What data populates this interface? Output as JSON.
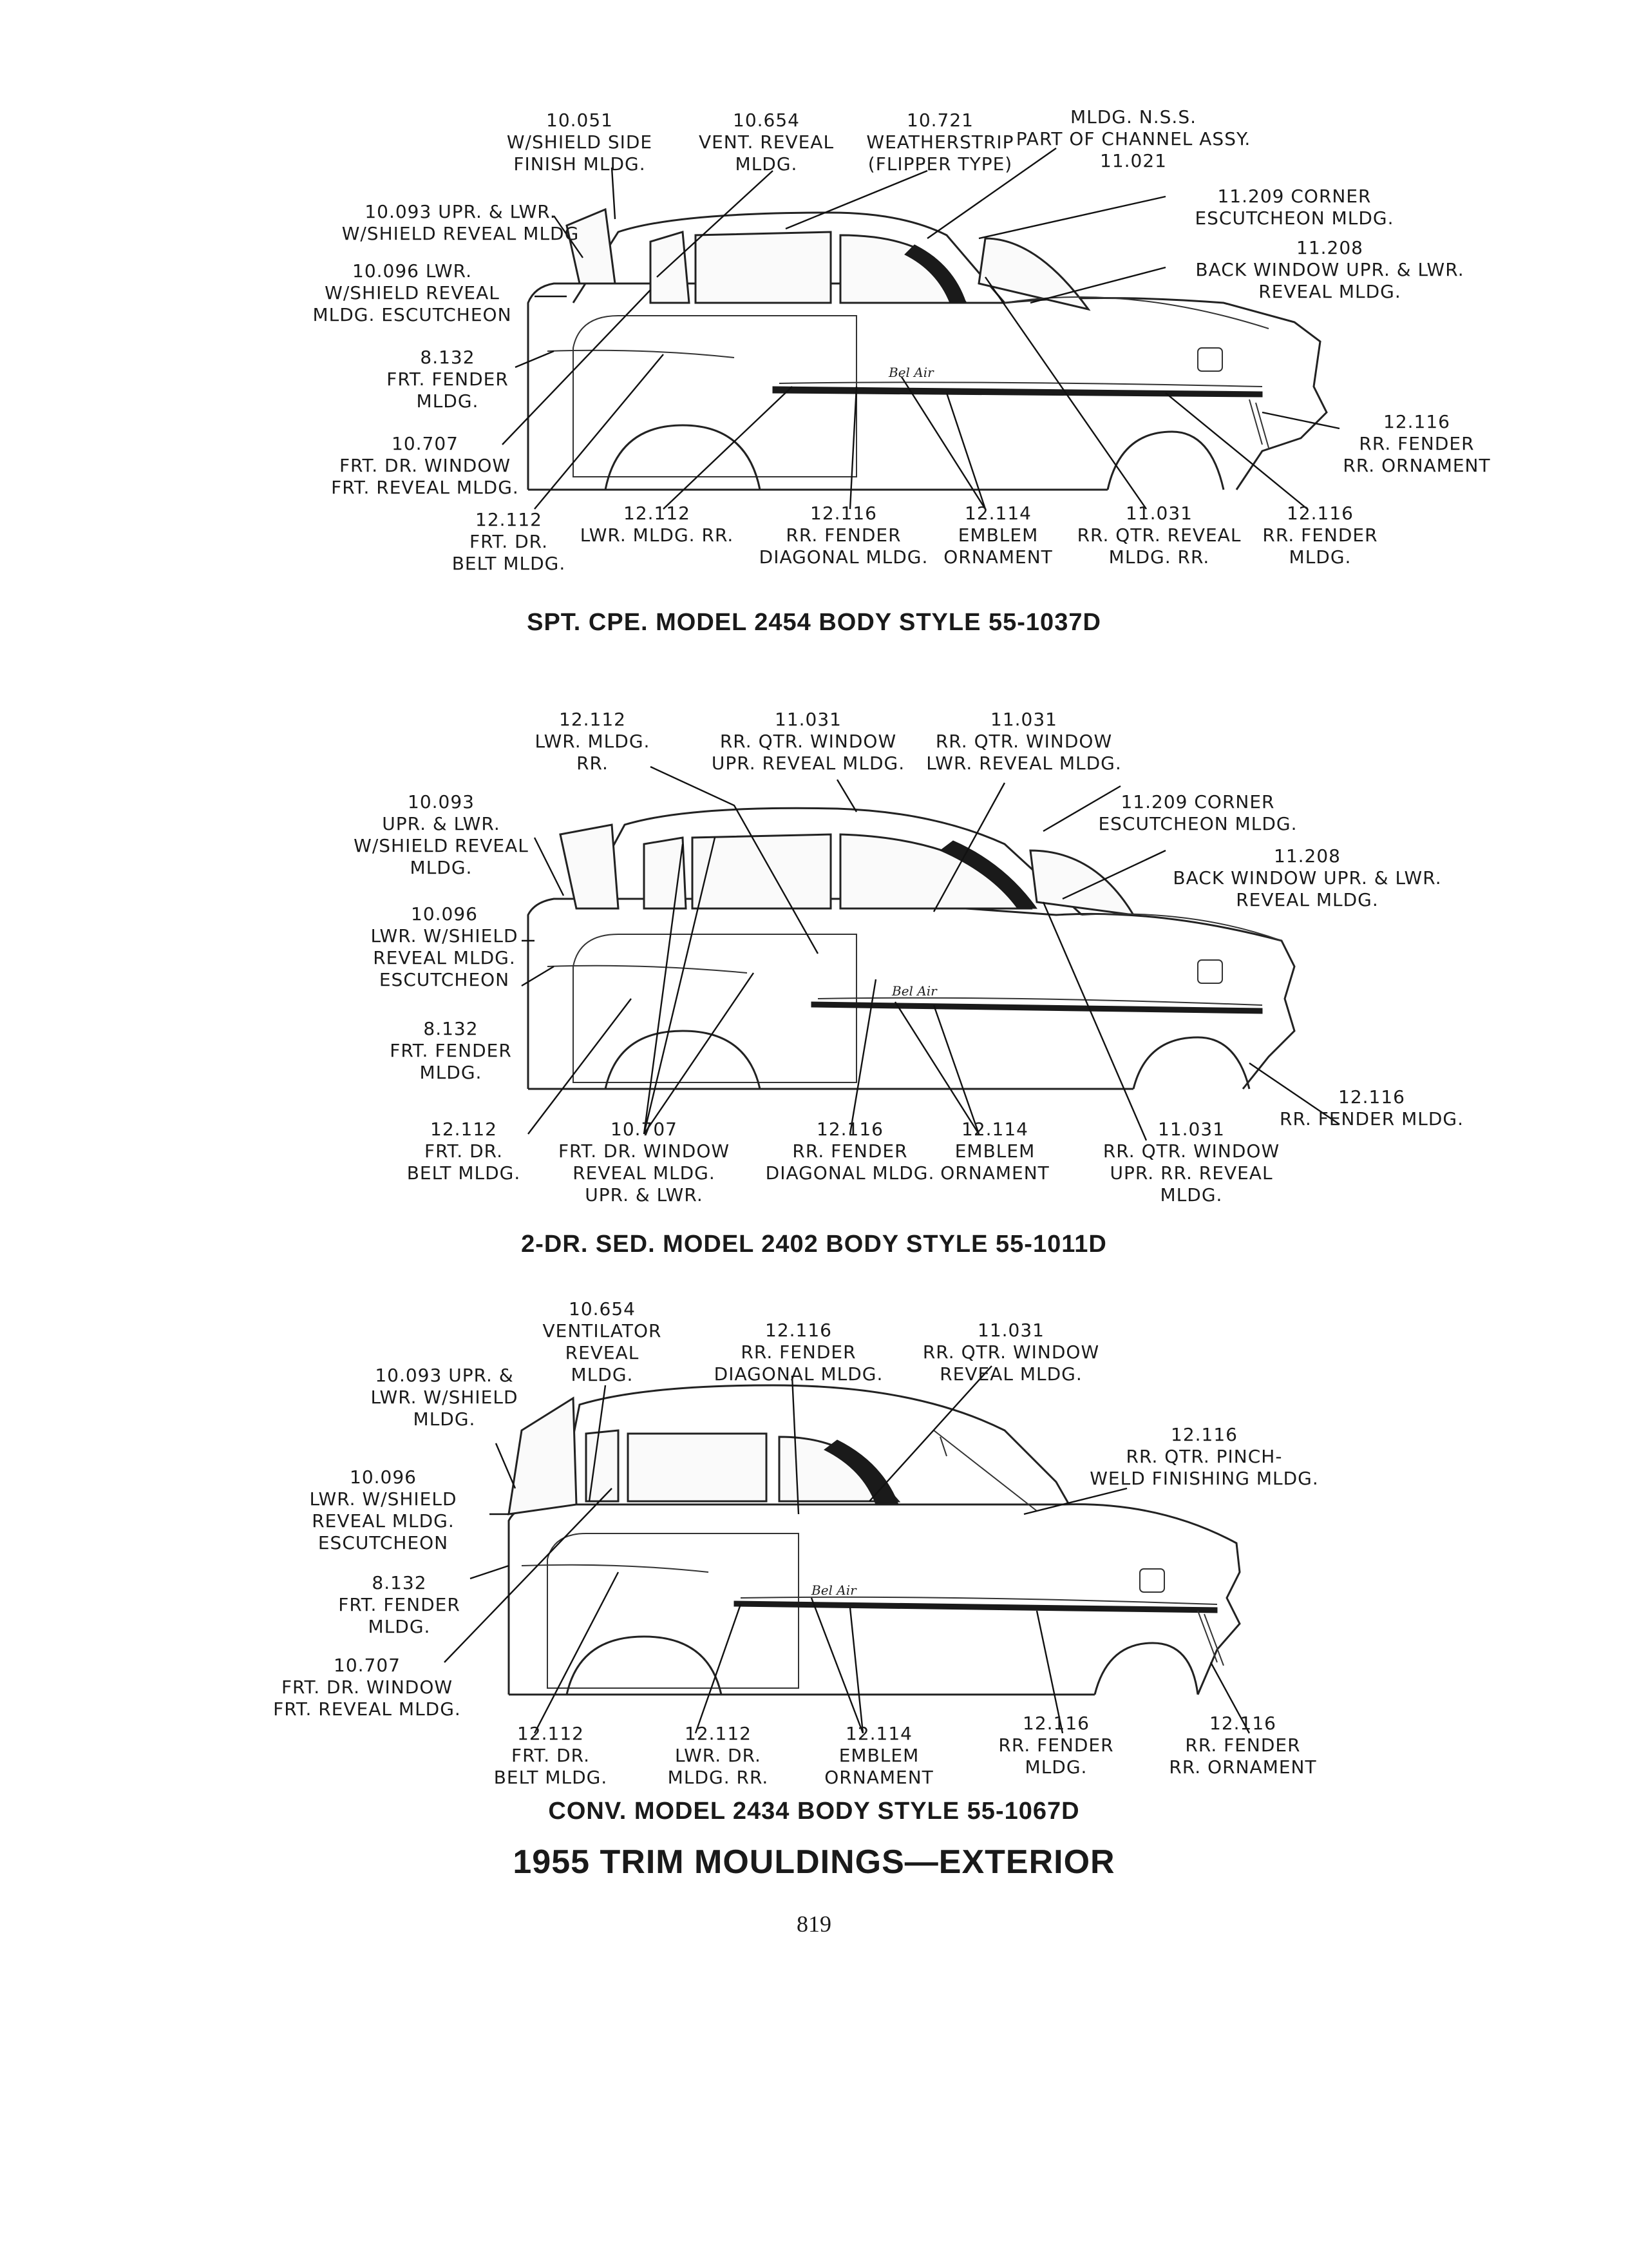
{
  "diagrams": [
    {
      "caption": "SPT. CPE. MODEL 2454 BODY STYLE 55-1037D",
      "labels": [
        "10.051\nW/SHIELD SIDE\nFINISH MLDG.",
        "10.654\nVENT. REVEAL\nMLDG.",
        "10.721\nWEATHERSTRIP\n(FLIPPER TYPE)",
        "MLDG. N.S.S.\nPART OF CHANNEL ASSY.\n11.021",
        "10.093 UPR. & LWR.\nW/SHIELD REVEAL MLDG",
        "11.209 CORNER\nESCUTCHEON MLDG.",
        "10.096 LWR.\nW/SHIELD REVEAL\nMLDG. ESCUTCHEON",
        "11.208\nBACK WINDOW UPR. & LWR.\nREVEAL MLDG.",
        "8.132\nFRT. FENDER\nMLDG.",
        "12.116\nRR. FENDER\nRR. ORNAMENT",
        "10.707\nFRT. DR. WINDOW\nFRT. REVEAL MLDG.",
        "12.112\nFRT. DR.\nBELT MLDG.",
        "12.112\nLWR. MLDG. RR.",
        "12.116\nRR. FENDER\nDIAGONAL MLDG.",
        "12.114\nEMBLEM\nORNAMENT",
        "11.031\nRR. QTR. REVEAL\nMLDG. RR.",
        "12.116\nRR. FENDER\nMLDG."
      ]
    },
    {
      "caption": "2-DR. SED. MODEL 2402 BODY STYLE 55-1011D",
      "labels": [
        "12.112\nLWR. MLDG.\nRR.",
        "11.031\nRR. QTR. WINDOW\nUPR. REVEAL MLDG.",
        "11.031\nRR. QTR. WINDOW\nLWR. REVEAL MLDG.",
        "10.093\nUPR. & LWR.\nW/SHIELD REVEAL\nMLDG.",
        "11.209 CORNER\nESCUTCHEON MLDG.",
        "11.208\nBACK WINDOW UPR. & LWR.\nREVEAL MLDG.",
        "10.096\nLWR. W/SHIELD\nREVEAL MLDG.\nESCUTCHEON",
        "8.132\nFRT. FENDER\nMLDG.",
        "12.116\nRR. FENDER MLDG.",
        "12.112\nFRT. DR.\nBELT MLDG.",
        "10.707\nFRT. DR. WINDOW\nREVEAL MLDG.\nUPR. & LWR.",
        "12.116\nRR. FENDER\nDIAGONAL MLDG.",
        "12.114\nEMBLEM\nORNAMENT",
        "11.031\nRR. QTR. WINDOW\nUPR. RR. REVEAL\nMLDG."
      ]
    },
    {
      "caption": "CONV. MODEL 2434 BODY STYLE 55-1067D",
      "labels": [
        "10.654\nVENTILATOR\nREVEAL\nMLDG.",
        "12.116\nRR. FENDER\nDIAGONAL MLDG.",
        "11.031\nRR. QTR. WINDOW\nREVEAL MLDG.",
        "10.093 UPR. &\nLWR. W/SHIELD\nMLDG.",
        "12.116\nRR. QTR. PINCH-\nWELD FINISHING MLDG.",
        "10.096\nLWR. W/SHIELD\nREVEAL MLDG.\nESCUTCHEON",
        "8.132\nFRT. FENDER\nMLDG.",
        "10.707\nFRT. DR. WINDOW\nFRT. REVEAL MLDG.",
        "12.112\nFRT. DR.\nBELT MLDG.",
        "12.112\nLWR. DR.\nMLDG. RR.",
        "12.114\nEMBLEM\nORNAMENT",
        "12.116\nRR. FENDER\nMLDG.",
        "12.116\nRR. FENDER\nRR. ORNAMENT"
      ]
    }
  ],
  "page_title": "1955 TRIM MOULDINGS—EXTERIOR",
  "page_number": "819"
}
